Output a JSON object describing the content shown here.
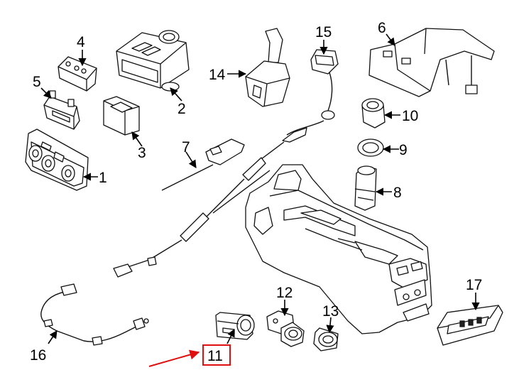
{
  "labels": {
    "p1": "1",
    "p2": "2",
    "p3": "3",
    "p4": "4",
    "p5": "5",
    "p6": "6",
    "p7": "7",
    "p8": "8",
    "p9": "9",
    "p10": "10",
    "p11": "11",
    "p12": "12",
    "p13": "13",
    "p14": "14",
    "p15": "15",
    "p16": "16",
    "p17": "17"
  },
  "highlight": {
    "part": "11",
    "color": "#e01010"
  }
}
